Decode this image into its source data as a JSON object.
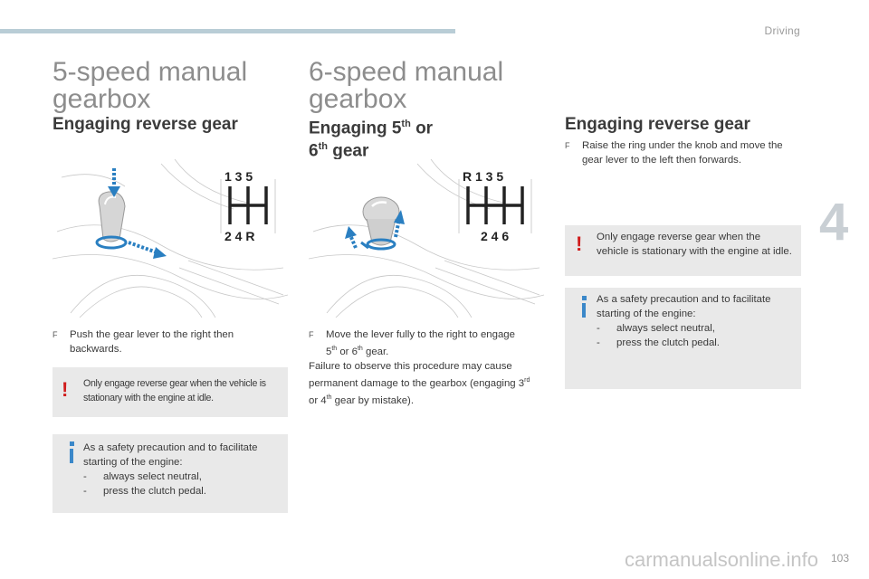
{
  "header": {
    "section": "Driving",
    "chapter": "4",
    "page_number": "103"
  },
  "col1": {
    "title_line1": "5-speed manual",
    "title_line2": "gearbox",
    "subtitle": "Engaging reverse gear",
    "gear_top": "1 3 5",
    "gear_bottom": "2 4 R",
    "instruction_bullet": "F",
    "instruction": "Push the gear lever to the right then backwards.",
    "warning": "Only engage reverse gear when the vehicle is stationary with the engine at idle.",
    "info_intro": "As a safety precaution and to facilitate starting of the engine:",
    "info_items": [
      "always select neutral,",
      "press the clutch pedal."
    ]
  },
  "col2": {
    "title_line1": "6-speed manual",
    "title_line2": "gearbox",
    "subtitle_a": "Engaging 5",
    "subtitle_sup1": "th",
    "subtitle_b": " or",
    "subtitle_c": "6",
    "subtitle_sup2": "th",
    "subtitle_d": " gear",
    "gear_top": "R 1 3 5",
    "gear_bottom": "2 4 6",
    "instruction_bullet": "F",
    "instruction_a": "Move the lever fully to the right to engage",
    "instruction_b1": "5",
    "instruction_b_sup1": "th",
    "instruction_b2": " or 6",
    "instruction_b_sup2": "th",
    "instruction_b3": " gear.",
    "failure_a": "Failure to observe this procedure may cause permanent damage to the gearbox (engaging",
    "failure_b1": "3",
    "failure_b_sup1": "rd",
    "failure_b2": " or 4",
    "failure_b_sup2": "th",
    "failure_b3": " gear by mistake)."
  },
  "col3": {
    "subtitle": "Engaging reverse gear",
    "instruction_bullet": "F",
    "instruction": "Raise the ring under the knob and move the gear lever to the left then forwards.",
    "warning": "Only engage reverse gear when the vehicle is stationary with the engine at idle.",
    "info_intro": "As a safety precaution and to facilitate starting of the engine:",
    "info_items": [
      "always select neutral,",
      "press the clutch pedal."
    ]
  },
  "markers": {
    "warning": "!",
    "dash": "-"
  },
  "watermark": "carmanualsonline.info",
  "colors": {
    "warning": "#d01c1c",
    "info": "#3b88c9",
    "arrow": "#2a7fc1",
    "box": "#e9e9e9"
  }
}
